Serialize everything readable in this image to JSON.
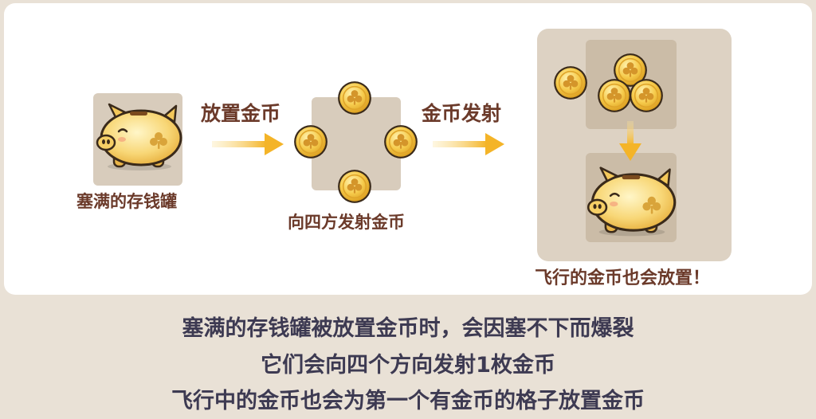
{
  "diagram": {
    "pig_label": "塞满的存钱罐",
    "arrow1_label": "放置金币",
    "burst_label": "向四方发射金币",
    "arrow2_label": "金币发射",
    "result_label": "飞行的金币也会放置！"
  },
  "description": {
    "line1": "塞满的存钱罐被放置金币时，会因塞不下而爆裂",
    "line2": "它们会向四个方向发射1枚金币",
    "line3": "飞行中的金币也会为第一个有金币的格子放置金币"
  },
  "icons": [
    "piggy-bank-icon",
    "coin-icon",
    "arrow-right-icon",
    "arrow-down-icon"
  ],
  "colors": {
    "label": "#6b3a2a",
    "arrow": "#f5b72b",
    "coin": "#f6c84a",
    "text": "#3d3a52"
  }
}
